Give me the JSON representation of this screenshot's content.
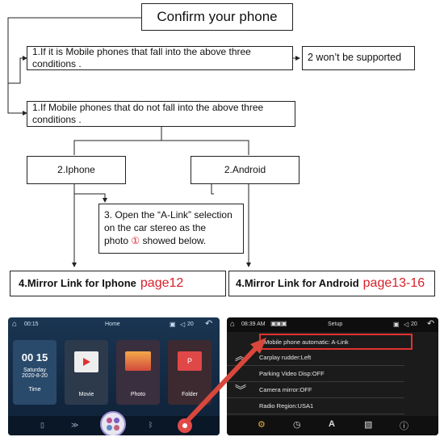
{
  "flow": {
    "confirm": "Confirm your phone",
    "cond_yes": "1.If it is Mobile phones that fall into the above three conditions .",
    "not_supported": "2 won’t be supported",
    "cond_no": "1.If Mobile phones that do not fall into the above three conditions .",
    "iphone": "2.Iphone",
    "android": "2.Android",
    "step3_a": "3. Open the “A-Link” selection",
    "step3_b": "on the car stereo as the",
    "step3_c": "photo",
    "step3_circle": "①",
    "step3_d": "showed below.",
    "mirror_iphone": "4.Mirror Link for Iphone",
    "mirror_iphone_page": "page12",
    "mirror_android": "4.Mirror Link for Android",
    "mirror_android_page": "page13-16"
  },
  "home_screen": {
    "time": "00:15",
    "title": "Home",
    "volume": "20",
    "clock": "00 15",
    "day": "Saturday",
    "date": "2020-8-20",
    "tiles": [
      "Time",
      "Movie",
      "Photo",
      "Folder"
    ]
  },
  "setup_screen": {
    "time": "08:39 AM",
    "title": "Setup",
    "volume": "20",
    "rows": [
      "Mobile phone automatic: A-Link",
      "Carplay rudder:Left",
      "Parking Video Disp:OFF",
      "Camera mirror:OFF",
      "Radio Region:USA1"
    ]
  },
  "colors": {
    "page_red": "#d8202a",
    "highlight": "#e2322f",
    "arrow": "#d9473c"
  }
}
